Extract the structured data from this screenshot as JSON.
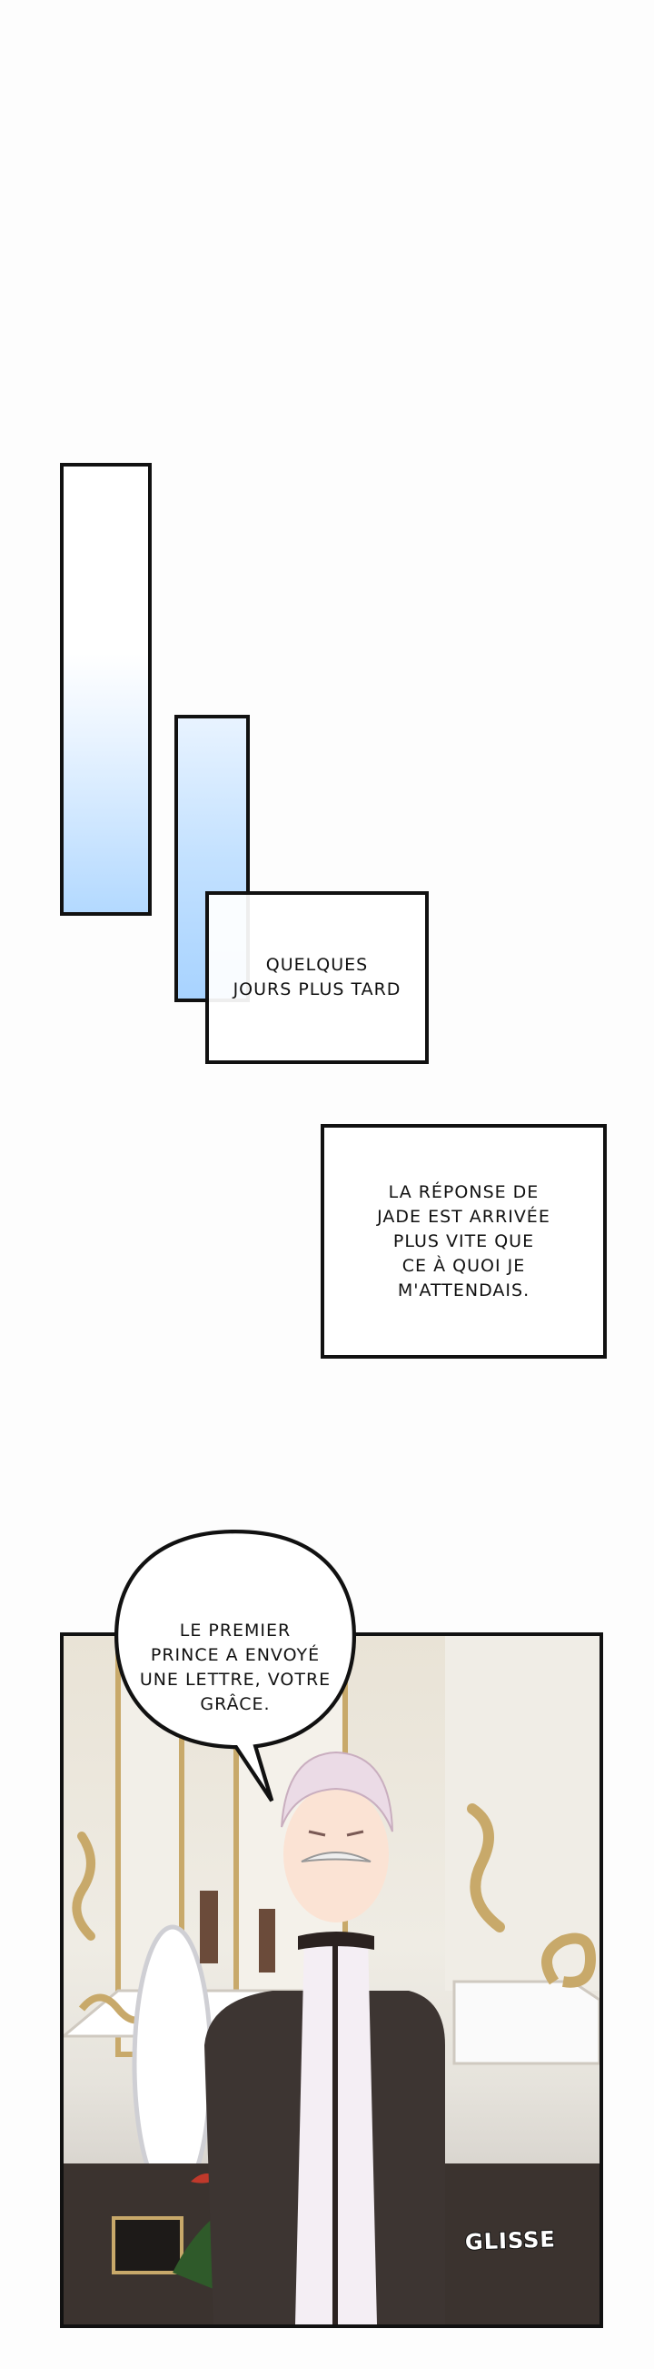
{
  "captions": {
    "first": [
      "QUELQUES",
      "JOURS PLUS TARD"
    ],
    "second": [
      "LA RÉPONSE DE",
      "JADE EST ARRIVÉE",
      "PLUS VITE QUE",
      "CE À QUOI JE",
      "M'ATTENDAIS."
    ]
  },
  "dialogue": {
    "speech": [
      "LE PREMIER",
      "PRINCE A ENVOYÉ",
      "UNE LETTRE, VOTRE",
      "GRÂCE."
    ]
  },
  "sfx": {
    "text": "GLISSE"
  },
  "colors": {
    "panel_blue": "#a8d3ff",
    "border": "#111111",
    "suit": "#3d3532",
    "gold": "#c8a96a"
  }
}
